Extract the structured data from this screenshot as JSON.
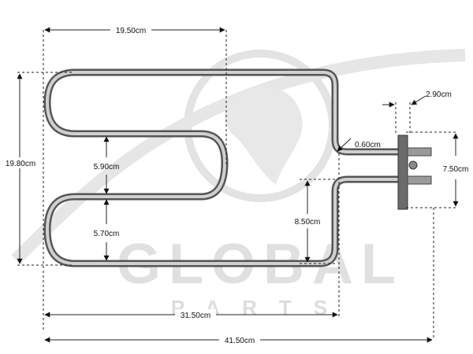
{
  "watermark": {
    "brand": "GLOBAL",
    "tagline": "PARTS",
    "color": "#d9d9d9"
  },
  "element": {
    "tube_color_outer": "#5a5a5a",
    "tube_color_inner": "#c9c9c9",
    "bracket_color": "#6b6b6b"
  },
  "dimensions": {
    "top_width": "19.50cm",
    "height_total": "19.80cm",
    "gap_upper": "5.90cm",
    "gap_lower": "5.70cm",
    "terminal_width": "2.90cm",
    "tube_offset": "0.60cm",
    "bracket_height": "7.50cm",
    "terminal_to_bottom": "8.50cm",
    "length_to_bend": "31.50cm",
    "overall_length": "41.50cm"
  }
}
